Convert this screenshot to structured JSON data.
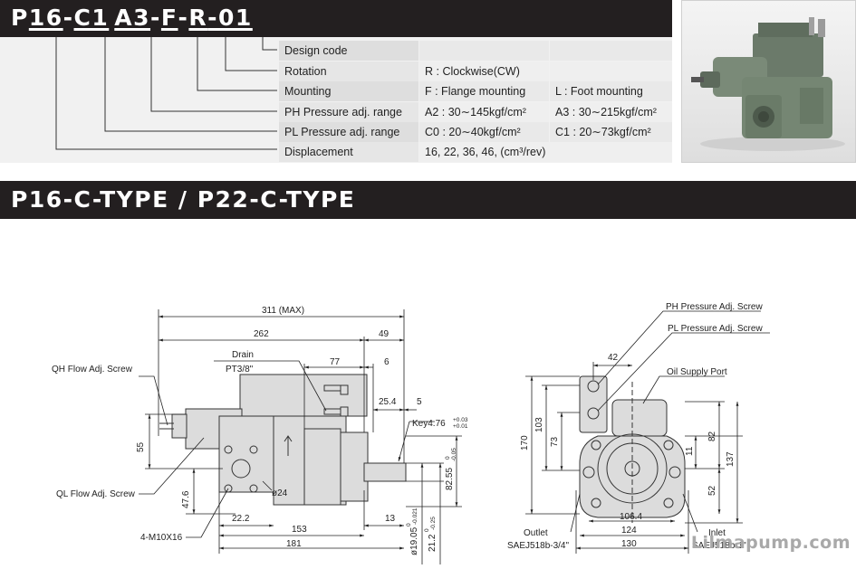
{
  "model_code": {
    "segments": [
      "P",
      "16",
      "-",
      "C1",
      " ",
      "A3",
      "-",
      "F",
      "-",
      "R",
      "-01"
    ]
  },
  "spec_rows": [
    {
      "label": "Design code",
      "v1": "",
      "v2": ""
    },
    {
      "label": "Rotation",
      "v1": "R : Clockwise(CW)",
      "v2": ""
    },
    {
      "label": "Mounting",
      "v1": "F : Flange mounting",
      "v2": "L : Foot mounting"
    },
    {
      "label": "PH Pressure adj. range",
      "v1": "A2 : 30∼145kgf/cm²",
      "v2": "A3 : 30∼215kgf/cm²"
    },
    {
      "label": "PL Pressure adj. range",
      "v1": "C0 : 20∼40kgf/cm²",
      "v2": "C1 : 20∼73kgf/cm²"
    },
    {
      "label": "Displacement",
      "v1": "16, 22, 36, 46, (cm³/rev)",
      "v2": ""
    }
  ],
  "type_title": "P16-C-TYPE / P22-C-TYPE",
  "drawing": {
    "side": {
      "dim_311": "311 (MAX)",
      "dim_262": "262",
      "dim_49": "49",
      "dim_77": "77",
      "dim_6": "6",
      "dim_25_4": "25.4",
      "dim_5": "5",
      "drain": "Drain",
      "pt": "PT3/8\"",
      "qh": "QH Flow Adj. Screw",
      "ql": "QL Flow Adj. Screw",
      "dim_55": "55",
      "dim_47_6": "47.6",
      "phi24": "ø24",
      "dim_22_2": "22.2",
      "dim_153": "153",
      "dim_181": "181",
      "dim_13": "13",
      "m10": "4-M10X16",
      "key": "Key4.76",
      "key_tol_top": "+0.03",
      "key_tol_bot": "+0.01",
      "d82": "82.55",
      "d82_tol_top": "0",
      "d82_tol_bot": "-0.05",
      "d19": "ø19.05",
      "d19_tol_top": "0",
      "d19_tol_bot": "-0.021",
      "d21": "21.2",
      "d21_tol_top": "0",
      "d21_tol_bot": "-0.25"
    },
    "end": {
      "ph_screw": "PH Pressure Adj. Screw",
      "pl_screw": "PL Pressure Adj. Screw",
      "oil_port": "Oil Supply Port",
      "dim_42": "42",
      "dim_170": "170",
      "dim_103": "103",
      "dim_73": "73",
      "dim_11": "11",
      "dim_82": "82",
      "dim_137": "137",
      "dim_52": "52",
      "dim_106_4": "106.4",
      "dim_124": "124",
      "dim_130": "130",
      "outlet": "Outlet",
      "outlet_std": "SAEJ518b-3/4\"",
      "inlet": "Inlet",
      "inlet_std": "SAEJ518b-1\""
    }
  },
  "watermark": "Lilmapump.com"
}
